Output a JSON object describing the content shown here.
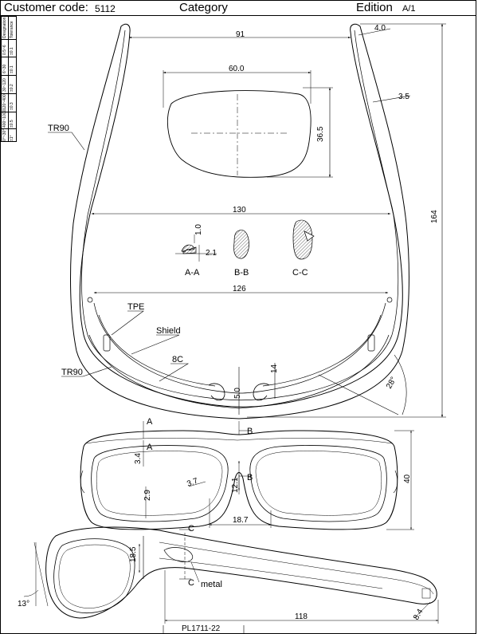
{
  "header": {
    "customer_label": "Customer code:",
    "customer_value": "5112",
    "category_label": "Category",
    "edition_label": "Edition",
    "edition_value": "A/1"
  },
  "tolerance_table": {
    "headers": [
      "Designation",
      "Tolerance"
    ],
    "ranges": [
      "0.5~6",
      "6~30",
      "30~120",
      "120~400",
      "400~1000"
    ],
    "values": [
      "±0.1",
      "±0.1",
      "±0.2",
      "±0.3",
      "±0.5"
    ],
    "angles": [
      "0°~30°",
      "±1°"
    ]
  },
  "top_view": {
    "dims": {
      "width_top": "91",
      "arm_tip": "4.0",
      "arm_thick": "3.5",
      "span_130": "130",
      "span_126": "126",
      "height_164": "164",
      "nose_5": "5.0",
      "depth_14": "14",
      "angle_28": "28°"
    },
    "callouts": {
      "tr90_upper": "TR90",
      "tpe": "TPE",
      "shield": "Shield",
      "tr90_lower": "TR90",
      "bc": "8C"
    }
  },
  "lens": {
    "width": "60.0",
    "height": "36.5"
  },
  "sections": [
    {
      "label": "A-A",
      "dim1": "1.0",
      "dim2": "2.1"
    },
    {
      "label": "B-B"
    },
    {
      "label": "C-C"
    }
  ],
  "front_view": {
    "dims": {
      "d34": "3.4",
      "d37": "3.7",
      "d29": "2.9",
      "d121": "12.1",
      "d187": "18.7",
      "d40": "40"
    },
    "markers": {
      "a": "A",
      "b": "B"
    }
  },
  "side_view": {
    "dims": {
      "d185": "18.5",
      "d118": "118",
      "d84": "8.4",
      "angle": "13°"
    },
    "markers": {
      "c": "C"
    },
    "callouts": {
      "metal": "metal"
    }
  },
  "footer": {
    "part_number": "PL1711-22"
  }
}
